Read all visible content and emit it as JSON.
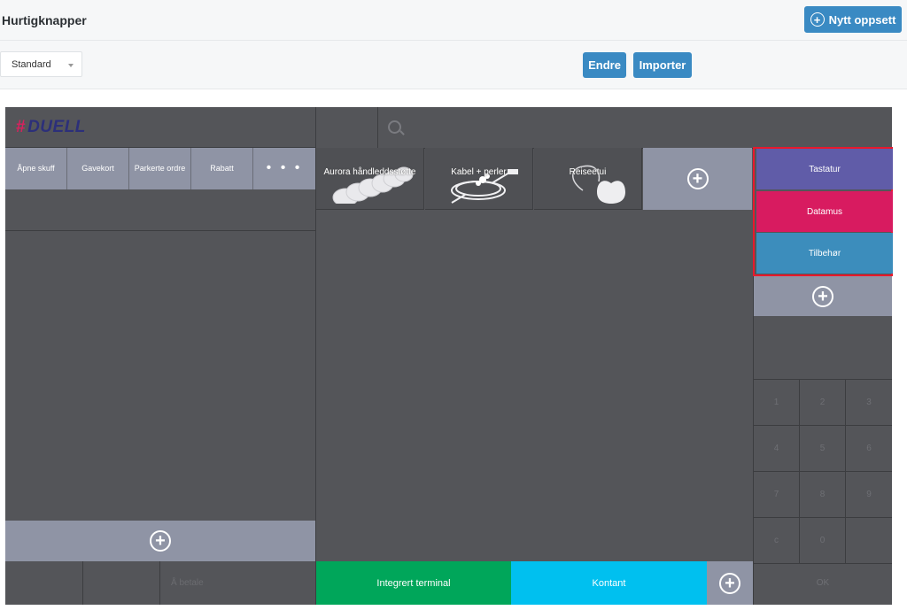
{
  "header": {
    "title": "Hurtigknapper",
    "new_layout_label": "Nytt oppsett"
  },
  "toolbar": {
    "layout_select_value": "Standard",
    "edit_label": "Endre",
    "import_label": "Importer"
  },
  "pos": {
    "logo_text": "DUELL",
    "functions": [
      "Åpne skuff",
      "Gavekort",
      "Parkerte ordre",
      "Rabatt",
      "• • •"
    ],
    "to_pay_label": "Å betale",
    "products": [
      "Aurora håndleddsstøtte",
      "Kabel + perler",
      "Reiseetui"
    ],
    "payments": [
      {
        "label": "Integrert terminal",
        "color": "#00a65a"
      },
      {
        "label": "Kontant",
        "color": "#00c0ef"
      }
    ],
    "categories": [
      {
        "label": "Tastatur",
        "color": "#605ca8"
      },
      {
        "label": "Datamus",
        "color": "#d81b60"
      },
      {
        "label": "Tilbehør",
        "color": "#3c8dbc"
      }
    ],
    "keypad": [
      "1",
      "2",
      "3",
      "4",
      "5",
      "6",
      "7",
      "8",
      "9",
      "c",
      "0",
      ""
    ],
    "ok_label": "OK"
  }
}
